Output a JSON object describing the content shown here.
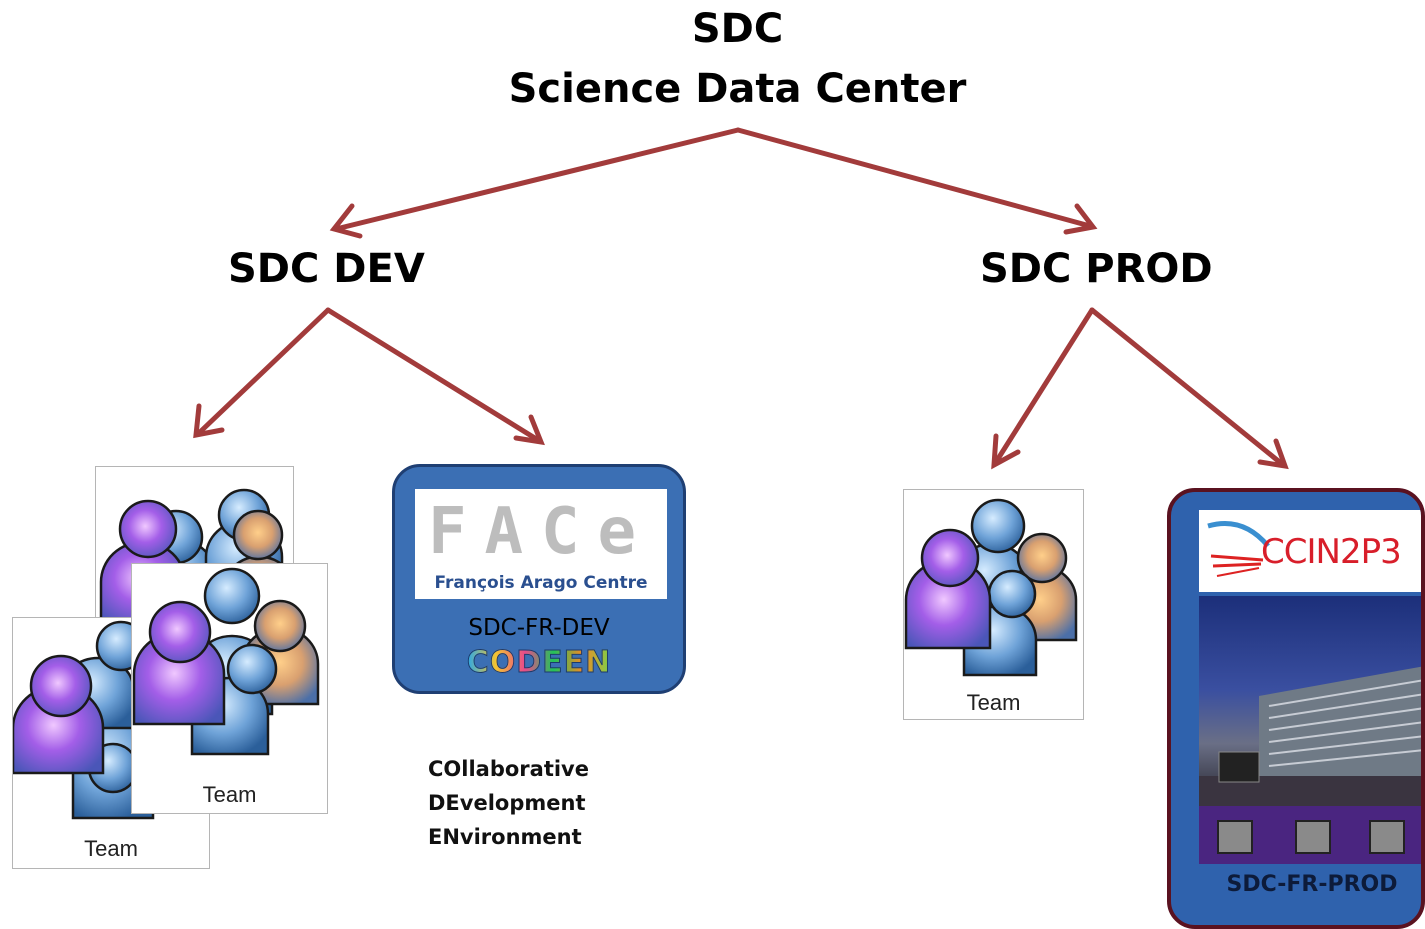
{
  "root": {
    "line1": "SDC",
    "line2": "Science Data Center"
  },
  "dev": {
    "title": "SDC DEV"
  },
  "prod": {
    "title": "SDC PROD"
  },
  "teams": {
    "label": "Team"
  },
  "face": {
    "logo_text": "FACe",
    "centre_name": "François Arago Centre",
    "site_label": "SDC-FR-DEV",
    "codeen_logo": "CODEEN"
  },
  "codeen_acronym": [
    "COllaborative",
    "DEvelopment",
    "ENvironment"
  ],
  "ccin2p3": {
    "logo_text": "CCIN2P3",
    "site_label": "SDC-FR-PROD"
  },
  "colors": {
    "arrow": "#a23b3b",
    "panel_blue": "#3b6fb4",
    "panel_border": "#1f3f73",
    "prod_border": "#5a1220"
  }
}
